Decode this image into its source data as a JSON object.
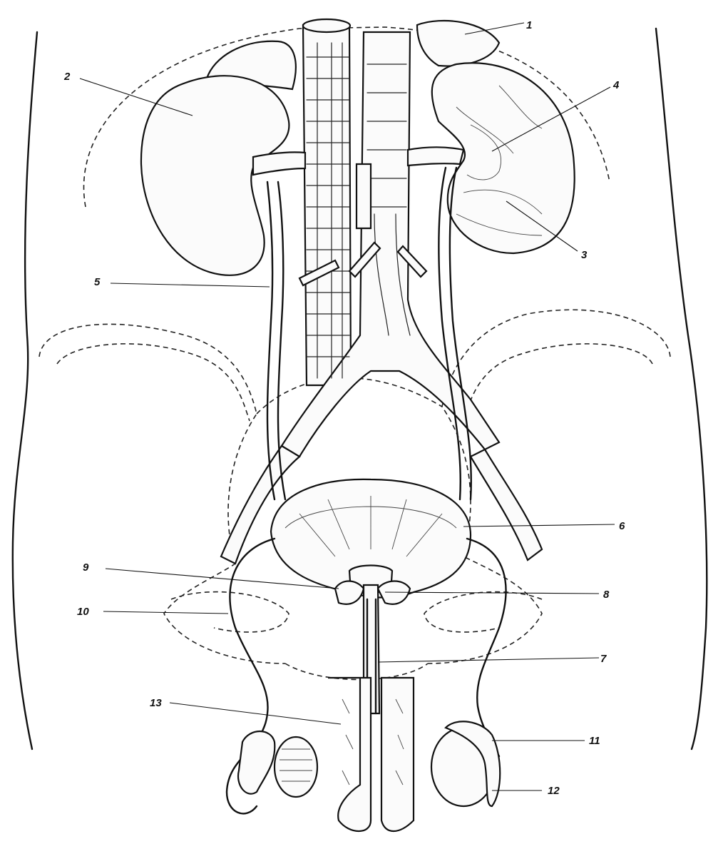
{
  "figure": {
    "labels": [
      {
        "id": "1",
        "text": "1"
      },
      {
        "id": "2",
        "text": "2"
      },
      {
        "id": "3",
        "text": "3"
      },
      {
        "id": "4",
        "text": "4"
      },
      {
        "id": "5",
        "text": "5"
      },
      {
        "id": "6",
        "text": "6"
      },
      {
        "id": "7",
        "text": "7"
      },
      {
        "id": "8",
        "text": "8"
      },
      {
        "id": "9",
        "text": "9"
      },
      {
        "id": "10",
        "text": "10"
      },
      {
        "id": "11",
        "text": "11"
      },
      {
        "id": "12",
        "text": "12"
      },
      {
        "id": "13",
        "text": "13"
      }
    ]
  },
  "colors": {
    "ink": "#111111",
    "background": "#ffffff"
  }
}
